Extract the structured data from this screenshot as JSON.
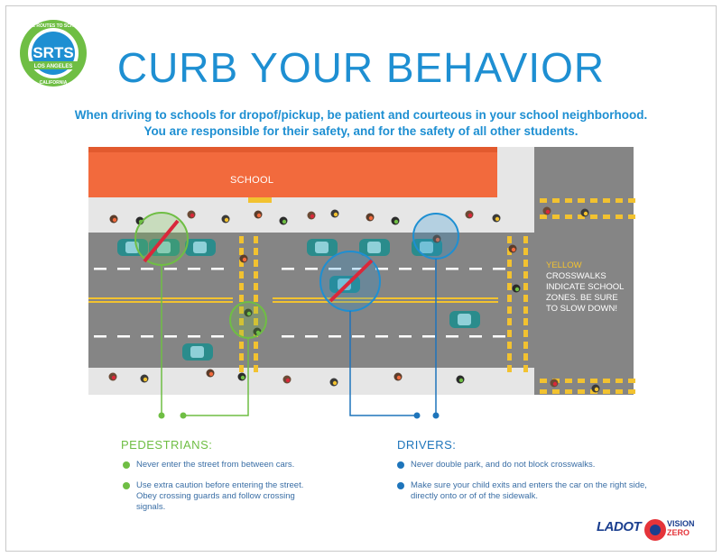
{
  "title": "CURB YOUR BEHAVIOR",
  "subtitle_line1": "When driving to schools for dropof/pickup, be patient and courteous in your school neighborhood.",
  "subtitle_line2": "You are responsible for their safety, and for the safety of all other students.",
  "logo": {
    "arc_top": "SAFE ROUTES TO SCHOOL",
    "arc_bottom": "CALIFORNIA",
    "banner": "LOS ANGELES",
    "mark": "SRTS"
  },
  "scene": {
    "school_label": "SCHOOL",
    "note_yellow": "YELLOW",
    "note_rest": "CROSSWALKS INDICATE SCHOOL ZONES. BE SURE TO SLOW DOWN!"
  },
  "pedestrians": {
    "heading": "PEDESTRIANS:",
    "items": [
      "Never enter the street from between cars.",
      "Use extra caution before entering the street. Obey crossing guards and follow crossing signals."
    ]
  },
  "drivers": {
    "heading": "DRIVERS:",
    "items": [
      "Never double park, and do not block crosswalks.",
      "Make sure your child exits and enters the car on the right side, directly onto or of of the sidewalk."
    ]
  },
  "footer": {
    "ladot": "LADOT",
    "vz_line1": "VISION",
    "vz_line2": "ZERO"
  },
  "colors": {
    "blue": "#1e8fd2",
    "green": "#6fbe44",
    "dark_blue": "#1e75bb",
    "orange": "#f26a3d",
    "yellow": "#f2c230",
    "road": "#858585",
    "car": "#2a8c8c",
    "no_sign": "#d9283a"
  }
}
